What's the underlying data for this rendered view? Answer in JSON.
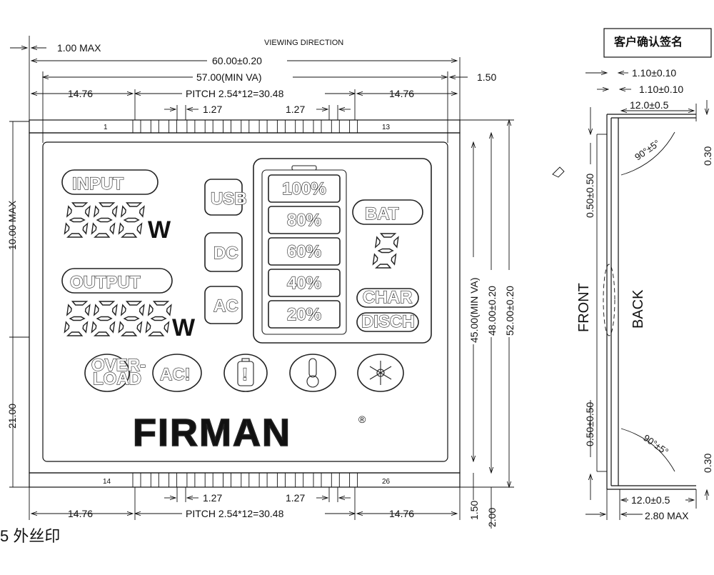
{
  "drawing": {
    "viewing_direction": "VIEWING DIRECTION",
    "title_block_fragment": "客户确认签名",
    "bottom_left_fragment": "5 外丝印",
    "pin_first_top": "1",
    "pin_last_top": "13",
    "pin_first_bottom": "14",
    "pin_last_bottom": "26"
  },
  "dimensions": {
    "max_1": "1.00 MAX",
    "overall_width": "60.00±0.20",
    "min_va_width": "57.00(MIN VA)",
    "right_offset": "1.50",
    "edge_left": "14.76",
    "edge_right": "14.76",
    "pitch": "PITCH 2.54*12=30.48",
    "pin_gap_a": "1.27",
    "pin_gap_b": "1.27",
    "height_min_va": "45.00(MIN VA)",
    "height_48": "48.00±0.20",
    "height_52": "52.00±0.20",
    "left_height": "10.00 MAX",
    "left_height_21": "21.00",
    "bottom_offset": "1.50",
    "bottom_2": "2.00"
  },
  "side_view": {
    "d_1_10_a": "1.10±0.10",
    "d_1_10_b": "1.10±0.10",
    "d_12_top": "12.0±0.5",
    "d_12_bottom": "12.0±0.5",
    "d_0_30_top": "0.30",
    "d_0_30_bottom": "0.30",
    "d_050_top": "0.50±0.50",
    "d_050_bottom": "0.50±0.50",
    "angle_top": "90°±5°",
    "angle_bottom": "90°±5°",
    "front": "FRONT",
    "back": "BACK",
    "max_280": "2.80 MAX"
  },
  "lcd": {
    "input_label": "INPUT",
    "output_label": "OUTPUT",
    "input_unit": "W",
    "output_unit": "W",
    "usb": "USB",
    "dc": "DC",
    "ac": "AC",
    "bat": "BAT",
    "char": "CHAR",
    "disch": "DISCH",
    "battery_levels": [
      "100%",
      "80%",
      "60%",
      "40%",
      "20%"
    ],
    "overload_1": "OVER-",
    "overload_2": "LOAD",
    "ac_warning": "AC!",
    "battery_warning": "!",
    "brand": "FIRMAN",
    "registered": "®",
    "icons": [
      "usb-icon",
      "battery-warning-icon",
      "thermometer-icon",
      "snowflake-icon"
    ]
  }
}
